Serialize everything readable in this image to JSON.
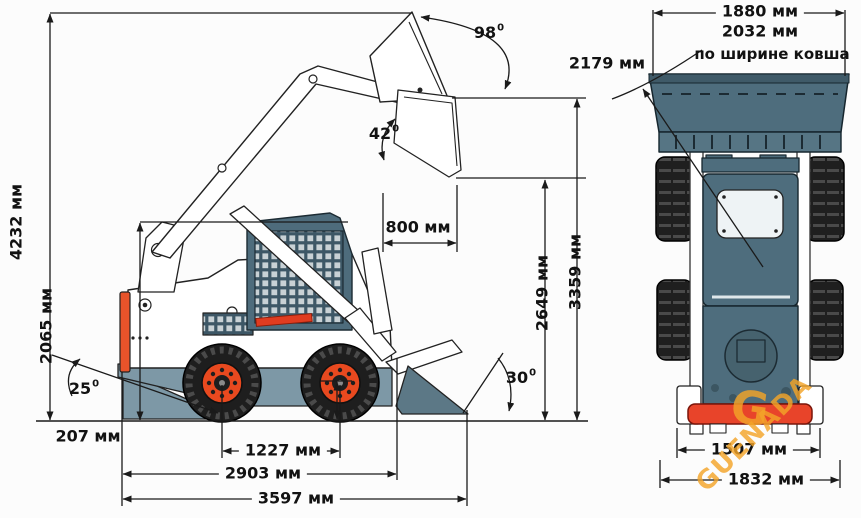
{
  "side_view": {
    "overall_height": "4232 мм",
    "height_over_cab": "2065 мм",
    "bucket_rollback_angle": "98",
    "dump_angle": "42",
    "dump_reach": "800 мм",
    "dump_height": "2649 мм",
    "hinge_height": "3359 мм",
    "departure_angle": "25",
    "bucket_ground_angle": "30",
    "ground_clearance": "207 мм",
    "wheelbase": "1227 мм",
    "length_without_bucket": "2903 мм",
    "overall_length": "3597 мм"
  },
  "top_view": {
    "width_1880": "1880 мм",
    "bucket_width_2032": "2032 мм",
    "bucket_width_note": "по ширине ковша",
    "clearance_radius": "2179 мм",
    "track_width": "1507 мм",
    "overall_width": "1832 мм"
  },
  "degree_mark": "0",
  "watermark": {
    "monogram": "G",
    "text": "GUENADA"
  },
  "colors": {
    "line": "#1a1a1a",
    "body_white": "#ffffff",
    "cab_teal": "#4e6c7c",
    "chassis_slate": "#7d98a6",
    "bucket_slate": "#5c7886",
    "hub_orange": "#e8491f",
    "stripe_red": "#e03c20",
    "rear_stripe_orange": "#e8532a",
    "bumper_red": "#e8442a",
    "watermark_orange": "#f3a328"
  }
}
